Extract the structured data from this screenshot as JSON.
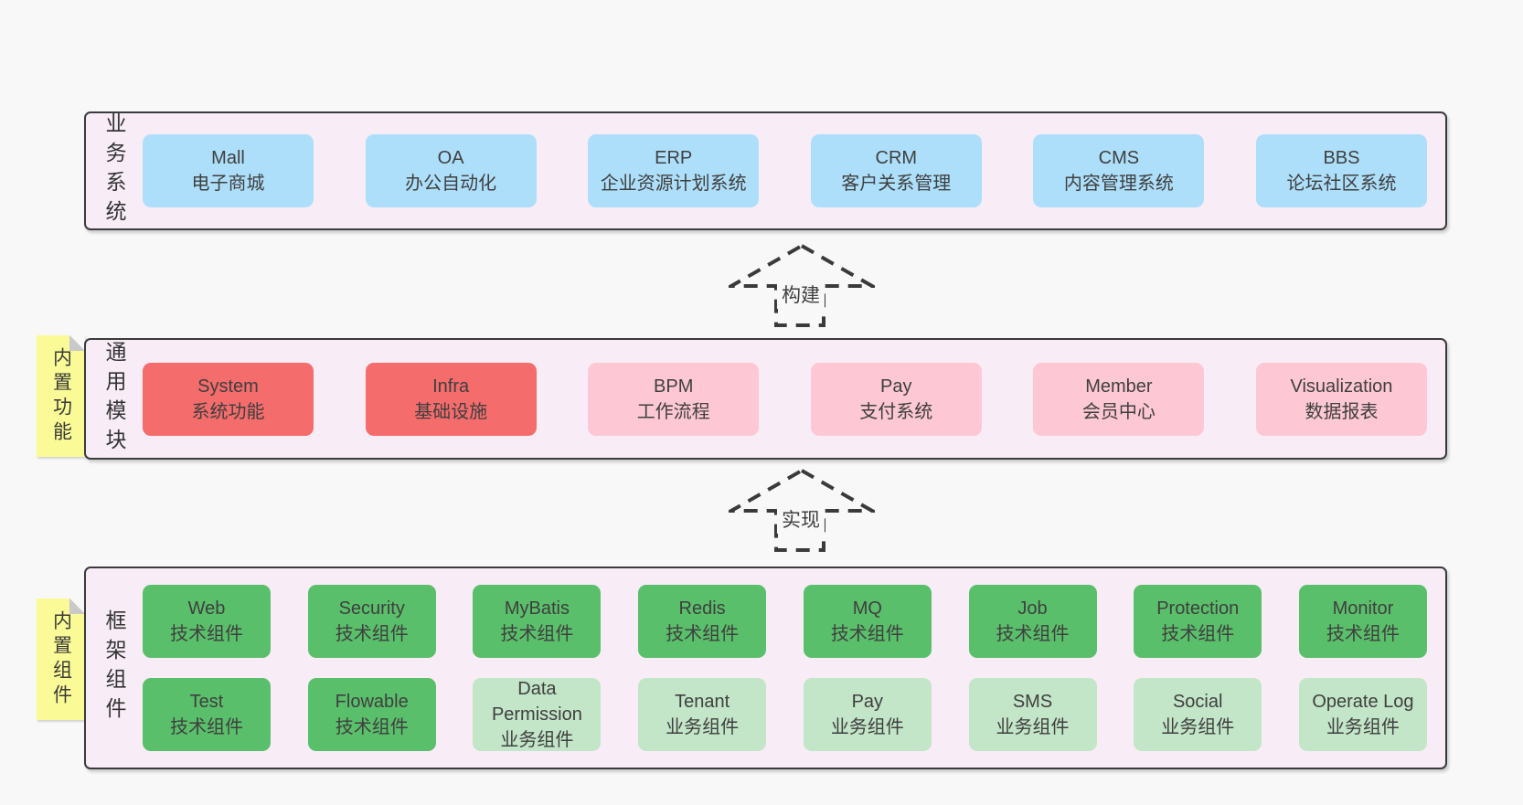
{
  "colors": {
    "page_bg": "#f9f8f9",
    "panel_bg": "#f8edf7",
    "panel_border": "#3b3b3b",
    "blue": "#aedffa",
    "red": "#f56c6c",
    "pink": "#fdc8d3",
    "green": "#5abf6b",
    "green_light": "#c3e5c8",
    "sticky_yellow": "#fafa96",
    "fold_gray": "#c9c9c9",
    "text": "#3f3f3f",
    "arrow_dash": "#3a3a3a"
  },
  "arrows": [
    {
      "label": "构建"
    },
    {
      "label": "实现"
    }
  ],
  "sections": [
    {
      "label": "业务系统",
      "sticky": null,
      "rows": [
        [
          {
            "en": "Mall",
            "zh": "电子商城",
            "color": "blue"
          },
          {
            "en": "OA",
            "zh": "办公自动化",
            "color": "blue"
          },
          {
            "en": "ERP",
            "zh": "企业资源计划系统",
            "color": "blue"
          },
          {
            "en": "CRM",
            "zh": "客户关系管理",
            "color": "blue"
          },
          {
            "en": "CMS",
            "zh": "内容管理系统",
            "color": "blue"
          },
          {
            "en": "BBS",
            "zh": "论坛社区系统",
            "color": "blue"
          }
        ]
      ]
    },
    {
      "label": "通用模块",
      "sticky": "内置功能",
      "rows": [
        [
          {
            "en": "System",
            "zh": "系统功能",
            "color": "red"
          },
          {
            "en": "Infra",
            "zh": "基础设施",
            "color": "red"
          },
          {
            "en": "BPM",
            "zh": "工作流程",
            "color": "pink"
          },
          {
            "en": "Pay",
            "zh": "支付系统",
            "color": "pink"
          },
          {
            "en": "Member",
            "zh": "会员中心",
            "color": "pink"
          },
          {
            "en": "Visualization",
            "zh": "数据报表",
            "color": "pink"
          }
        ]
      ]
    },
    {
      "label": "框架组件",
      "sticky": "内置组件",
      "rows": [
        [
          {
            "en": "Web",
            "zh": "技术组件",
            "color": "green"
          },
          {
            "en": "Security",
            "zh": "技术组件",
            "color": "green"
          },
          {
            "en": "MyBatis",
            "zh": "技术组件",
            "color": "green"
          },
          {
            "en": "Redis",
            "zh": "技术组件",
            "color": "green"
          },
          {
            "en": "MQ",
            "zh": "技术组件",
            "color": "green"
          },
          {
            "en": "Job",
            "zh": "技术组件",
            "color": "green"
          },
          {
            "en": "Protection",
            "zh": "技术组件",
            "color": "green"
          },
          {
            "en": "Monitor",
            "zh": "技术组件",
            "color": "green"
          }
        ],
        [
          {
            "en": "Test",
            "zh": "技术组件",
            "color": "green"
          },
          {
            "en": "Flowable",
            "zh": "技术组件",
            "color": "green"
          },
          {
            "en": "Data Permission",
            "zh": "业务组件",
            "color": "green-light"
          },
          {
            "en": "Tenant",
            "zh": "业务组件",
            "color": "green-light"
          },
          {
            "en": "Pay",
            "zh": "业务组件",
            "color": "green-light"
          },
          {
            "en": "SMS",
            "zh": "业务组件",
            "color": "green-light"
          },
          {
            "en": "Social",
            "zh": "业务组件",
            "color": "green-light"
          },
          {
            "en": "Operate Log",
            "zh": "业务组件",
            "color": "green-light"
          }
        ]
      ]
    }
  ]
}
